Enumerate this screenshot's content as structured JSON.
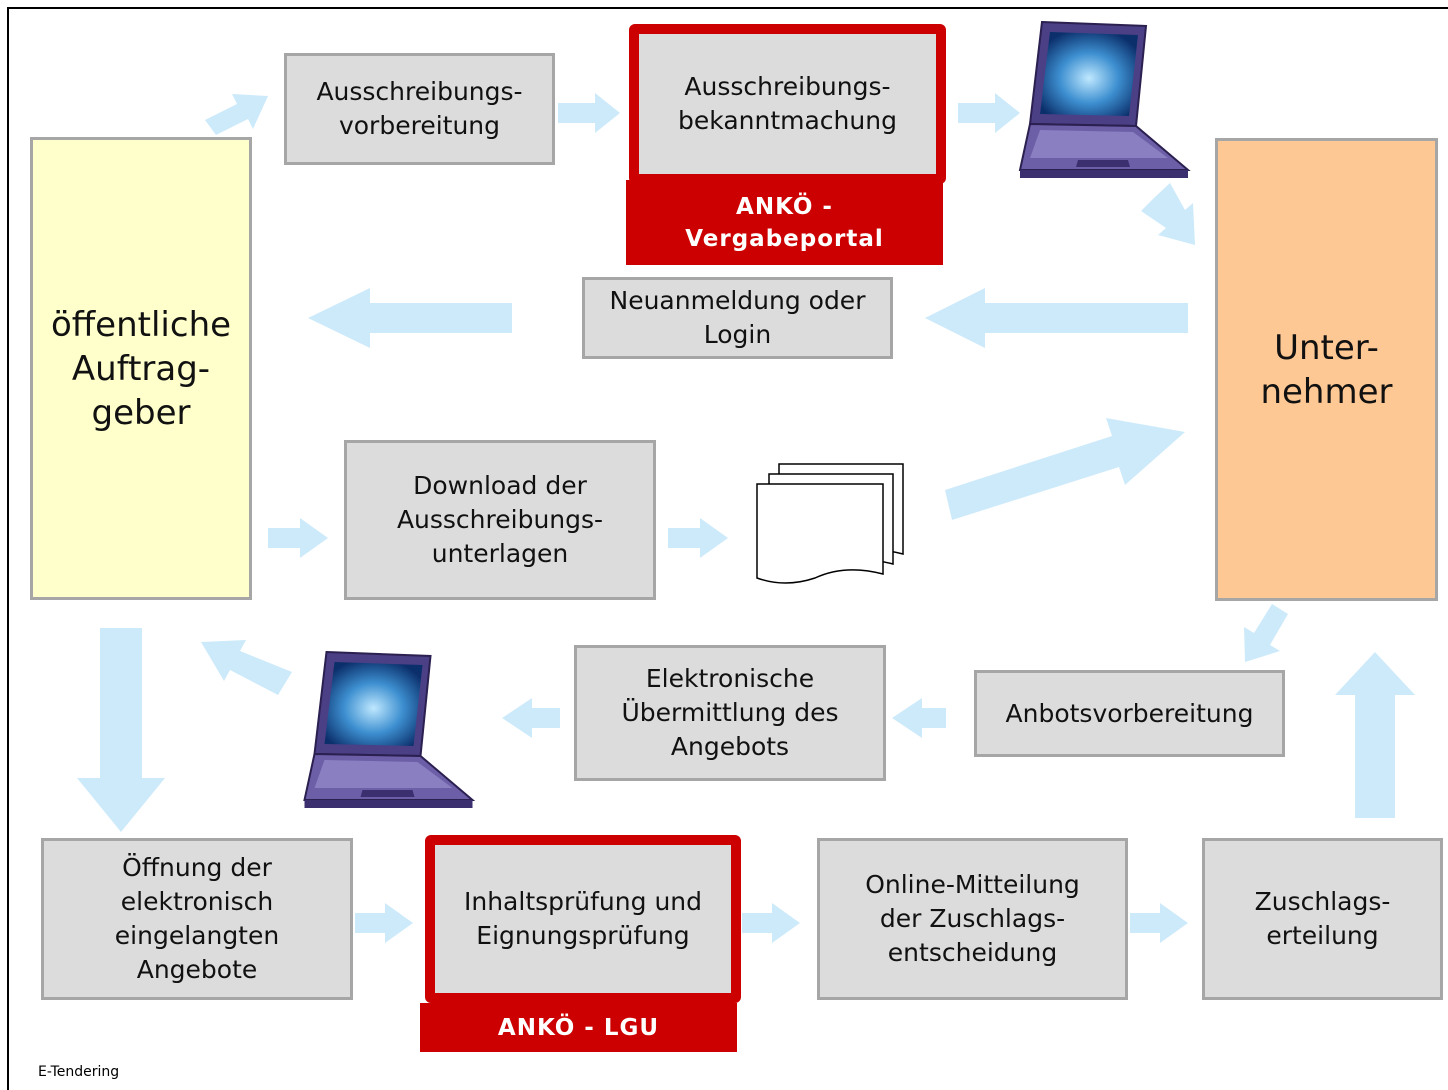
{
  "colors": {
    "arrow": "#cdeafb",
    "box_fill": "#dcdcdc",
    "box_border": "#a6a6a6",
    "highlight": "#cc0000",
    "public_client_fill": "#ffffcc",
    "contractor_fill": "#fdc894"
  },
  "actors": {
    "public_client": "öffentliche\nAuftrag-\ngeber",
    "contractor": "Unter-\nnehmer"
  },
  "steps": {
    "preparation": "Ausschreibungs-\nvorbereitung",
    "announcement": "Ausschreibungs-\nbekanntmachung",
    "login": "Neuanmeldung oder\nLogin",
    "download": "Download der\nAusschreibungs-\nunterlagen",
    "transmission": "Elektronische\nÜbermittlung des\nAngebots",
    "bid_preparation": "Anbotsvorbereitung",
    "opening": "Öffnung der\nelektronisch\neingelangten\nAngebote",
    "examination": "Inhaltsprüfung und\nEignungsprüfung",
    "notification": "Online-Mitteilung\nder Zuschlags-\nentscheidung",
    "award": "Zuschlags-\nerteilung"
  },
  "banners": {
    "portal": "ANKÖ -\nVergabeportal",
    "lgu": "ANKÖ - LGU"
  },
  "icons": [
    "laptop-icon",
    "documents-icon",
    "laptop-icon"
  ],
  "caption": "E-Tendering"
}
